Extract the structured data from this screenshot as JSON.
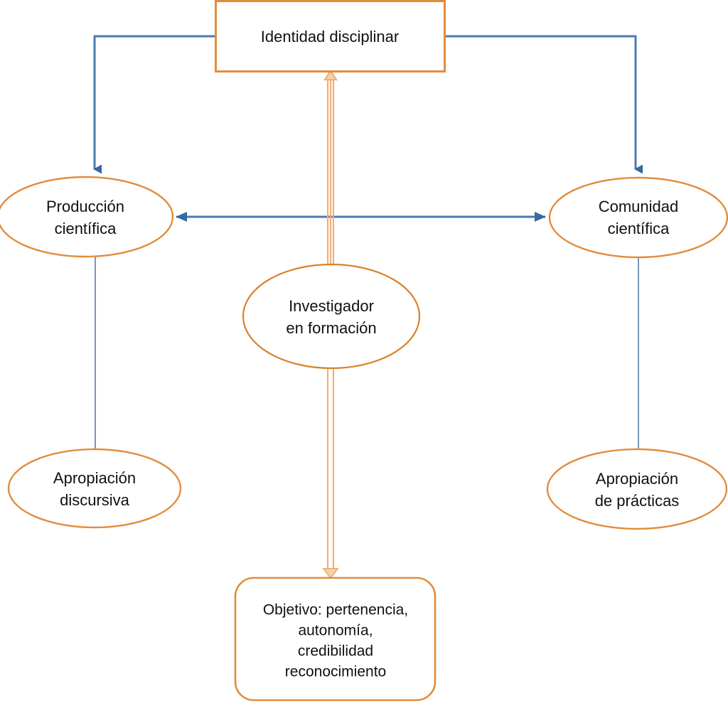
{
  "diagram": {
    "title_node": {
      "id": "identidad-disciplinar",
      "label": "Identidad disciplinar",
      "shape": "rectangle"
    },
    "nodes": [
      {
        "id": "produccion-cientifica",
        "shape": "ellipse",
        "lines": [
          "Producción",
          "científica"
        ]
      },
      {
        "id": "comunidad-cientifica",
        "shape": "ellipse",
        "lines": [
          "Comunidad",
          "científica"
        ]
      },
      {
        "id": "investigador-en-formacion",
        "shape": "ellipse",
        "lines": [
          "Investigador",
          "en formación"
        ]
      },
      {
        "id": "apropiacion-discursiva",
        "shape": "ellipse",
        "lines": [
          "Apropiación",
          "discursiva"
        ]
      },
      {
        "id": "apropiacion-de-practicas",
        "shape": "ellipse",
        "lines": [
          "Apropiación",
          "de prácticas"
        ]
      },
      {
        "id": "objetivo",
        "shape": "rounded-rectangle",
        "lines": [
          "Objetivo: pertenencia,",
          "autonomía,",
          "credibilidad",
          "reconocimiento"
        ]
      }
    ],
    "connectors": [
      {
        "id": "identidad-to-produccion",
        "from": "identidad-disciplinar",
        "to": "produccion-cientifica",
        "style": "elbow-arrow",
        "color": "#4a7ab0"
      },
      {
        "id": "identidad-to-comunidad",
        "from": "identidad-disciplinar",
        "to": "comunidad-cientifica",
        "style": "elbow-arrow",
        "color": "#4a7ab0"
      },
      {
        "id": "produccion-comunidad-bidirectional",
        "from": "produccion-cientifica",
        "to": "comunidad-cientifica",
        "style": "double-headed-arrow",
        "color": "#4a7ab0"
      },
      {
        "id": "produccion-to-apropiacion-discursiva",
        "from": "produccion-cientifica",
        "to": "apropiacion-discursiva",
        "style": "plain-line",
        "color": "#5b7fa6"
      },
      {
        "id": "comunidad-to-apropiacion-practicas",
        "from": "comunidad-cientifica",
        "to": "apropiacion-de-practicas",
        "style": "plain-line",
        "color": "#5b7fa6"
      },
      {
        "id": "investigador-to-identidad",
        "from": "investigador-en-formacion",
        "to": "identidad-disciplinar",
        "style": "block-arrow-up",
        "color": "#e8a368"
      },
      {
        "id": "investigador-to-objetivo",
        "from": "investigador-en-formacion",
        "to": "objetivo",
        "style": "block-arrow-down",
        "color": "#e8a368"
      }
    ],
    "colors": {
      "shape_stroke": "#e28c3c",
      "shape_fill": "#ffffff",
      "connector_blue": "#4a7ab0",
      "connector_thin_blue": "#5b7fa6",
      "block_arrow_orange": "#efb07a",
      "text": "#111111",
      "background": "#ffffff"
    }
  }
}
